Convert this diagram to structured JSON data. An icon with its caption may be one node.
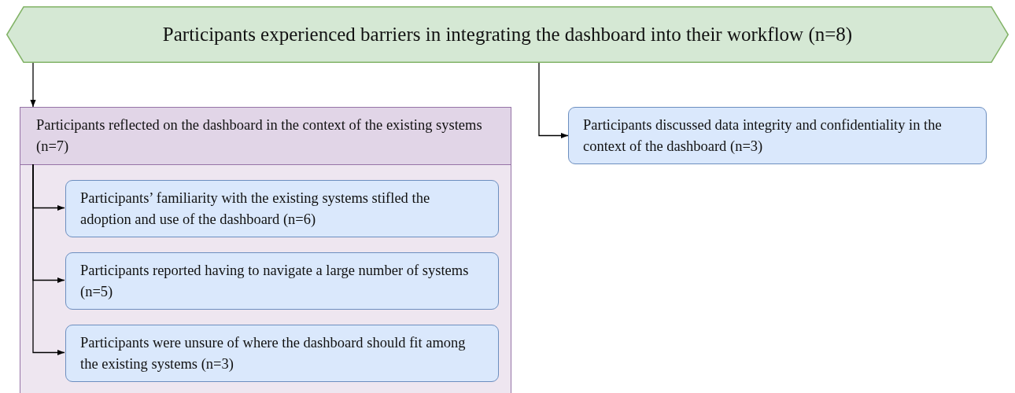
{
  "diagram": {
    "nodes": [
      {
        "text": [
          "Participants experienced barriers in integrating the dashboard into their workflow (n=8)"
        ]
      },
      {
        "text": [
          "Participants reflected on the dashboard in the context of the existing systems (n=7)"
        ]
      },
      {
        "text": [
          "Participants’ familiarity with the existing systems stifled the adoption and use of the dashboard (n=6)"
        ],
        "in": 1
      },
      {
        "text": [
          "Participants reported having to navigate a large number of systems (n=5)"
        ],
        "in": 1
      },
      {
        "text": [
          "Participants were unsure of where the dashboard should fit among the existing systems (n=3)"
        ],
        "in": 1
      },
      {
        "text": [
          "Participants discussed data integrity and confidentiality in the context of the dashboard (n=3)"
        ]
      }
    ],
    "edges": [
      {
        "from": 0,
        "to": 1,
        "arrow": "to"
      },
      {
        "from": 0,
        "to": 5,
        "arrow": "to"
      },
      {
        "from": 1,
        "to": 2,
        "arrow": "to"
      },
      {
        "from": 1,
        "to": 3,
        "arrow": "to"
      },
      {
        "from": 1,
        "to": 4,
        "arrow": "to"
      }
    ]
  }
}
